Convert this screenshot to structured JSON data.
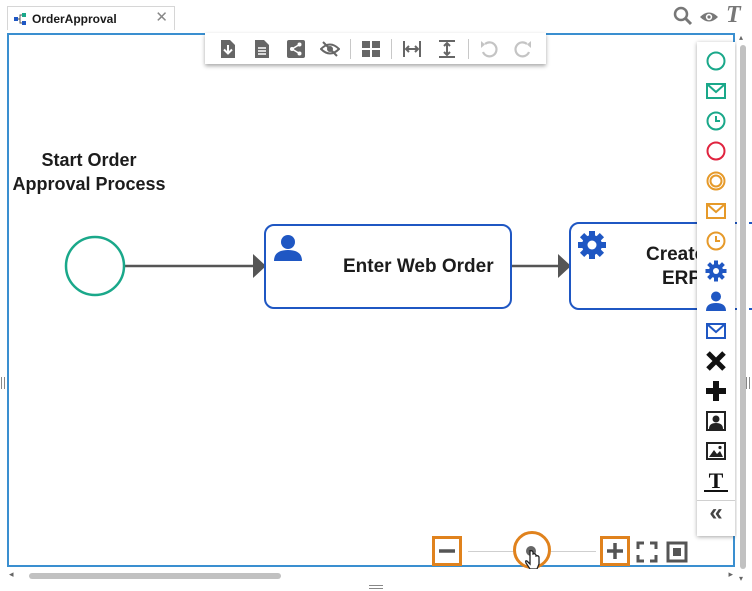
{
  "tab": {
    "title": "OrderApproval",
    "close_glyph": "✕"
  },
  "header_tools": {
    "search_icon": "search-icon",
    "view_icon": "eye-icon",
    "text_icon": "T"
  },
  "toolbar": {
    "buttons": [
      "download-icon",
      "document-icon",
      "share-icon",
      "hide-icon",
      "layout-icon",
      "fit-width-icon",
      "fit-height-icon",
      "undo-icon",
      "redo-icon"
    ]
  },
  "diagram": {
    "start_event_label": "Start Order\nApproval Process",
    "start_label_line1": "Start Order",
    "start_label_line2": "Approval Process",
    "task1_label": "Enter Web Order",
    "task2_label_line1": "Create",
    "task2_label_line2": "ERP"
  },
  "palette": {
    "items": [
      "start-event-icon",
      "message-start-icon",
      "timer-start-icon",
      "end-event-icon",
      "intermediate-event-icon",
      "intermediate-message-icon",
      "intermediate-timer-icon",
      "service-task-icon",
      "user-task-icon",
      "send-task-icon",
      "exclusive-gateway-icon",
      "parallel-gateway-icon",
      "portrait-icon",
      "image-icon",
      "text-icon",
      "collapse-icon"
    ],
    "text_glyph": "T",
    "collapse_glyph": "«"
  },
  "zoom": {
    "level": 0.5
  },
  "colors": {
    "accent": "#3a8fd0",
    "task_blue": "#1f57c3",
    "start_green": "#1aa88a",
    "end_red": "#e0243f",
    "orange": "#e69a2a",
    "zoom_orange": "#e0821d"
  }
}
